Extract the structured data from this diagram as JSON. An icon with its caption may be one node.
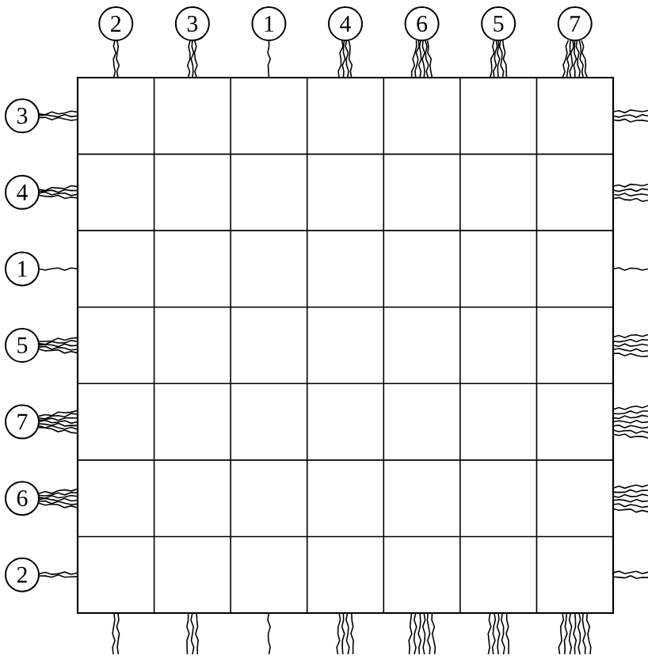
{
  "diagram": {
    "nodes": [
      {
        "text": [
          "2"
        ]
      },
      {
        "text": [
          "3"
        ]
      },
      {
        "text": [
          "1"
        ]
      },
      {
        "text": [
          "4"
        ]
      },
      {
        "text": [
          "6"
        ]
      },
      {
        "text": [
          "5"
        ]
      },
      {
        "text": [
          "7"
        ]
      },
      {
        "text": [
          "3"
        ]
      },
      {
        "text": [
          "4"
        ]
      },
      {
        "text": [
          "1"
        ]
      },
      {
        "text": [
          "5"
        ]
      },
      {
        "text": [
          "7"
        ]
      },
      {
        "text": [
          "6"
        ]
      },
      {
        "text": [
          "2"
        ]
      }
    ]
  }
}
